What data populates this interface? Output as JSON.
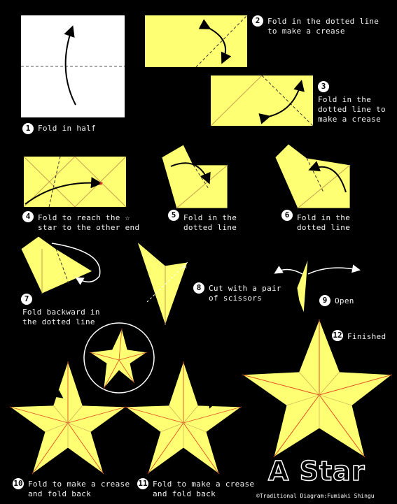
{
  "title": "A Star",
  "credit": "©Traditional  Diagram:Fumiaki Shingu",
  "colors": {
    "background": "#000000",
    "paper": "#ffff73",
    "paper_back": "#ffffff",
    "crease": "#e05020",
    "outline": "#000000",
    "text": "#ffffff"
  },
  "steps": [
    {
      "number": "1",
      "text": "Fold in half"
    },
    {
      "number": "2",
      "text": "Fold in the dotted line\nto make a crease"
    },
    {
      "number": "3",
      "text": "Fold in the\ndotted line to\nmake a crease"
    },
    {
      "number": "4",
      "text": "Fold to reach the ☆\nstar to the other end"
    },
    {
      "number": "5",
      "text": "Fold in the\ndotted line"
    },
    {
      "number": "6",
      "text": "Fold in the\ndotted line"
    },
    {
      "number": "7",
      "text": "Fold backward in\nthe dotted line"
    },
    {
      "number": "8",
      "text": "Cut with a pair\nof scissors"
    },
    {
      "number": "9",
      "text": "Open"
    },
    {
      "number": "10",
      "text": "Fold to make a crease\nand fold back"
    },
    {
      "number": "11",
      "text": "Fold to make a crease\nand fold back"
    },
    {
      "number": "12",
      "text": "Finished"
    }
  ]
}
